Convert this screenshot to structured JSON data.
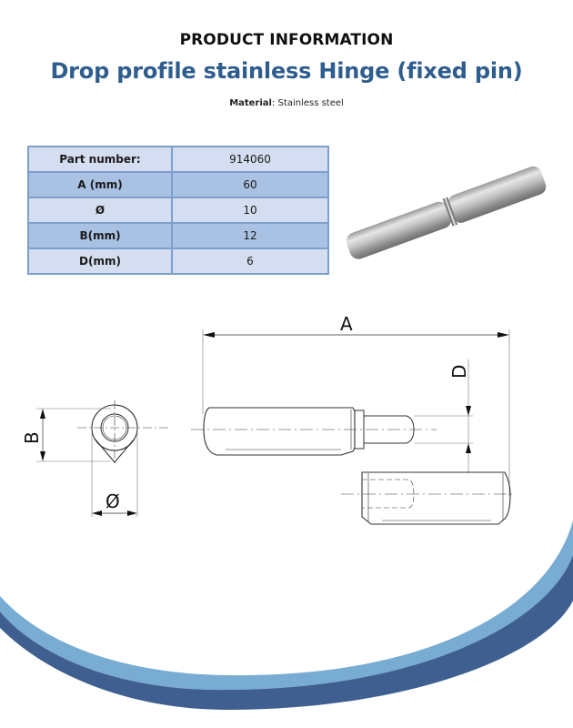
{
  "header": {
    "section_title": "PRODUCT INFORMATION",
    "product_title": "Drop profile stainless Hinge (fixed pin)",
    "material_label": "Material",
    "material_sep": ": ",
    "material_value": "Stainless steel"
  },
  "spec_table": {
    "rows": [
      {
        "label": "Part number:",
        "value": "914060"
      },
      {
        "label": "A (mm)",
        "value": "60"
      },
      {
        "label": "Ø",
        "value": "10"
      },
      {
        "label": "B(mm)",
        "value": "12"
      },
      {
        "label": "D(mm)",
        "value": "6"
      }
    ]
  },
  "drawing": {
    "labels": {
      "A": "A",
      "B": "B",
      "D": "D",
      "diameter": "Ø"
    }
  },
  "colors": {
    "title_blue": "#2f5d8e",
    "table_border": "#7d9fcc",
    "row_light": "#d4def0",
    "row_dark": "#a9c1e3",
    "wave_light": "#78acd3",
    "wave_dark": "#3e5f8f"
  }
}
